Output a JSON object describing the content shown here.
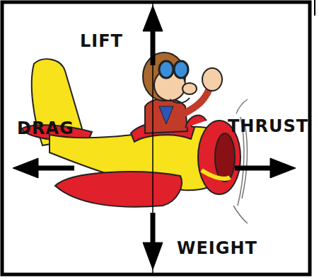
{
  "diagram": {
    "labels": [
      "LIFT",
      "DRAG",
      "THRUST",
      "WEIGHT"
    ]
  }
}
